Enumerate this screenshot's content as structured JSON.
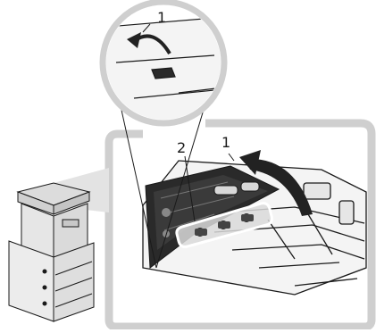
{
  "callouts": {
    "top_label": "1",
    "label_open_cover": "1",
    "label_green_area": "2"
  },
  "colors": {
    "line": "#1a1a1a",
    "frame": "#c8c8c8",
    "device_gray": "#e6e6e6",
    "cover_black": "#2a2a2a",
    "highlight": "#e0e0e0"
  }
}
